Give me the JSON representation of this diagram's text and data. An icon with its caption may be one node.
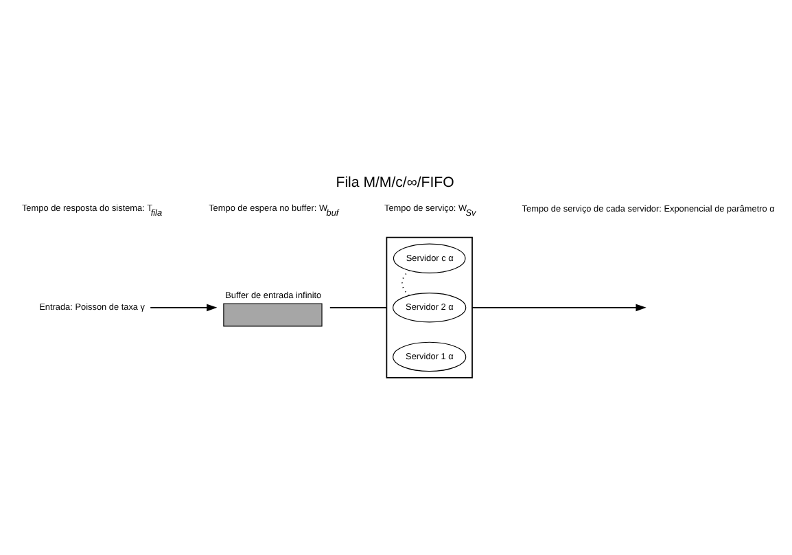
{
  "diagram": {
    "title": "Fila M/M/c/∞/FIFO",
    "nodes": [
      {
        "text": [
          "Entrada: Poisson de taxa γ"
        ]
      },
      {
        "text": [
          "Buffer de entrada infinito"
        ]
      },
      {
        "text": [],
        "shape": "box"
      },
      {
        "text": [
          "Servidor 1 α"
        ],
        "in": 2
      },
      {
        "text": [
          "Servidor 2 α"
        ],
        "in": 2
      },
      {
        "text": [
          "Servidor c α"
        ],
        "in": 2
      }
    ],
    "edges": [
      {
        "from": 0,
        "to": 1,
        "arrow": "to"
      },
      {
        "from": 1,
        "to": 2,
        "arrow": "none"
      },
      {
        "from": 2,
        "to": null,
        "arrow": "to"
      },
      {
        "from": 4,
        "to": 5,
        "arrow": "none",
        "style": "dashed"
      }
    ],
    "labels": [
      "Tempo de resposta do sistema: T$_{fila}$",
      "Tempo de espera no buffer: W$_{buf}$",
      "Tempo de serviço: W$_{Sv}$",
      "Tempo de serviço de cada servidor: Exponencial de parâmetro α"
    ]
  }
}
